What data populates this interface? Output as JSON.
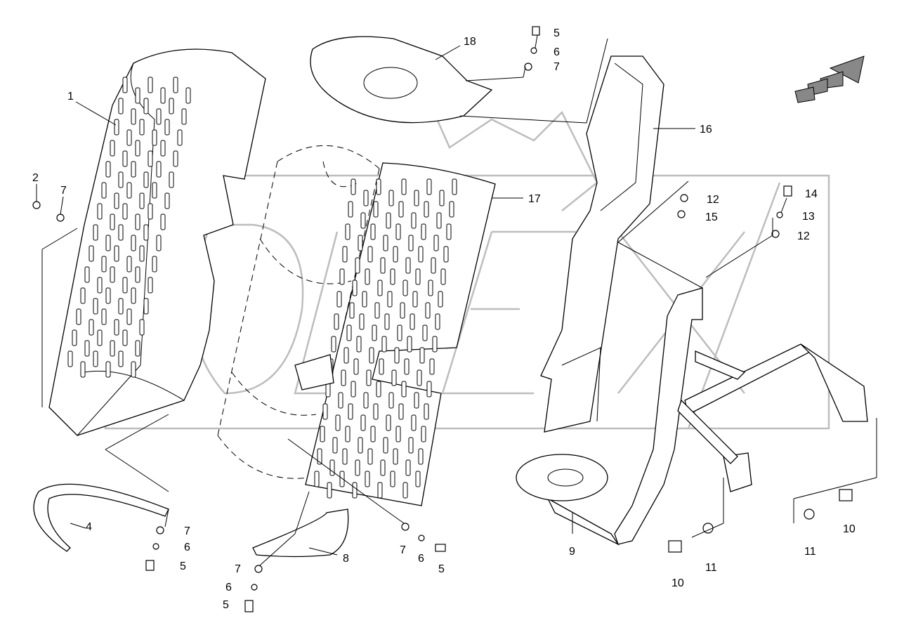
{
  "watermark": {
    "text": "OLEX",
    "color": "#bdbdbd"
  },
  "direction_arrow": {
    "icon": "direction-arrow-icon"
  },
  "callouts": [
    {
      "id": "c1",
      "text": "1"
    },
    {
      "id": "c2",
      "text": "2"
    },
    {
      "id": "c7a",
      "text": "7"
    },
    {
      "id": "c18",
      "text": "18"
    },
    {
      "id": "c5a",
      "text": "5"
    },
    {
      "id": "c6a",
      "text": "6"
    },
    {
      "id": "c7b",
      "text": "7"
    },
    {
      "id": "c16",
      "text": "16"
    },
    {
      "id": "c17",
      "text": "17"
    },
    {
      "id": "c12a",
      "text": "12"
    },
    {
      "id": "c15",
      "text": "15"
    },
    {
      "id": "c14",
      "text": "14"
    },
    {
      "id": "c13",
      "text": "13"
    },
    {
      "id": "c12b",
      "text": "12"
    },
    {
      "id": "c4",
      "text": "4"
    },
    {
      "id": "c7c",
      "text": "7"
    },
    {
      "id": "c6b",
      "text": "6"
    },
    {
      "id": "c5b",
      "text": "5"
    },
    {
      "id": "c8",
      "text": "8"
    },
    {
      "id": "c7d",
      "text": "7"
    },
    {
      "id": "c6c",
      "text": "6"
    },
    {
      "id": "c5c",
      "text": "5"
    },
    {
      "id": "c7e",
      "text": "7"
    },
    {
      "id": "c6d",
      "text": "6"
    },
    {
      "id": "c5d",
      "text": "5"
    },
    {
      "id": "c9",
      "text": "9"
    },
    {
      "id": "c10a",
      "text": "10"
    },
    {
      "id": "c11a",
      "text": "11"
    },
    {
      "id": "c11b",
      "text": "11"
    },
    {
      "id": "c10b",
      "text": "10"
    }
  ]
}
